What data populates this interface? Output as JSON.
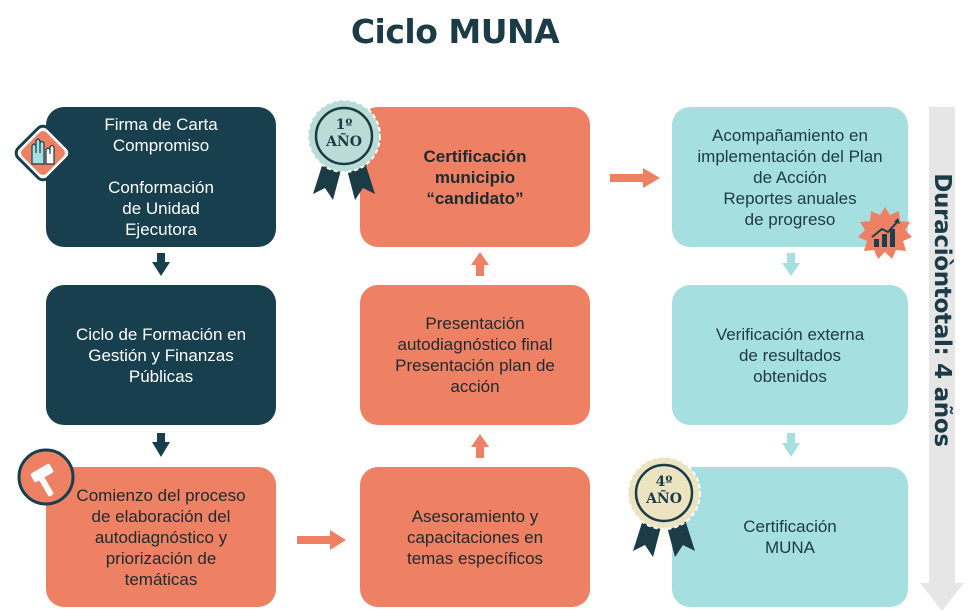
{
  "title": "Ciclo MUNA",
  "duration_label": "Duraciòntotal: 4 años",
  "boxes": {
    "firma": {
      "lines": [
        "Firma de Carta",
        "Compromiso",
        "",
        "Conformación",
        "de Unidad",
        "Ejecutora"
      ]
    },
    "ciclo_formacion": {
      "lines": [
        "Ciclo de Formación en",
        "Gestión y Finanzas",
        "Públicas"
      ]
    },
    "comienzo": {
      "lines": [
        "Comienzo del proceso",
        "de elaboración del",
        "autodiagnóstico y",
        "priorización de",
        "temáticas"
      ]
    },
    "asesoramiento": {
      "lines": [
        "Asesoramiento y",
        "capacitaciones en",
        "temas específicos"
      ]
    },
    "presentacion": {
      "lines": [
        "Presentación",
        "autodiagnóstico final",
        "Presentación plan de",
        "acción"
      ]
    },
    "certificacion_candidato": {
      "lines": [
        "Certificación",
        "municipio",
        "“candidato”"
      ]
    },
    "acompanamiento": {
      "lines": [
        "Acompañamiento en",
        "implementación del Plan",
        "de Acción",
        "Reportes anuales",
        "de progreso"
      ]
    },
    "verificacion": {
      "lines": [
        "Verificación externa",
        "de resultados",
        "obtenidos"
      ]
    },
    "certificacion_muna": {
      "lines": [
        "Certificación",
        "MUNA"
      ]
    }
  },
  "badges": {
    "year1": {
      "line1": "1º",
      "line2": "AÑO"
    },
    "year4": {
      "line1": "4º",
      "line2": "AÑO"
    }
  },
  "icons": [
    "hands-raised-icon",
    "hammer-icon",
    "growth-chart-icon",
    "ribbon-badge-icon"
  ],
  "colors": {
    "dark": "#173f4d",
    "coral": "#ee8064",
    "teal": "#a6dfe0",
    "arrow_dark": "#173f4d",
    "arrow_coral": "#ee8064",
    "arrow_teal": "#a6dfe0",
    "badge_year1": "#b9dcd6",
    "badge_year4": "#ece3c0",
    "ribbon": "#1b3b47"
  }
}
